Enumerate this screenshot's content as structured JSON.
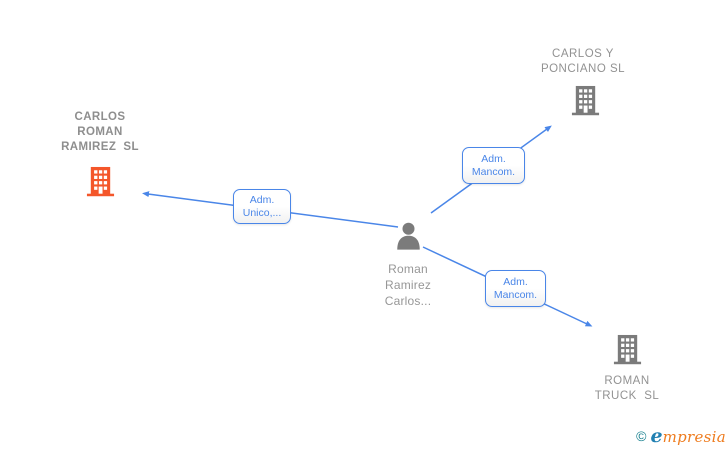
{
  "diagram": {
    "background": "#ffffff",
    "colors": {
      "edge_blue": "#4a86e8",
      "label_text_blue": "#4a86e8",
      "company_text_gray": "#8e8e8e",
      "icon_gray": "#7b7b7b",
      "highlight_orange": "#f4562a"
    },
    "nodes": {
      "main_company": {
        "name": "CARLOS ROMAN RAMIREZ SL",
        "lines": [
          "CARLOS",
          "ROMAN",
          "RAMIREZ  SL"
        ],
        "icon": "building-icon",
        "highlighted": true
      },
      "company_top": {
        "name": "CARLOS Y PONCIANO SL",
        "lines": [
          "CARLOS Y",
          "PONCIANO SL"
        ],
        "icon": "building-icon",
        "highlighted": false
      },
      "company_bottom": {
        "name": "ROMAN TRUCK SL",
        "lines": [
          "ROMAN",
          "TRUCK  SL"
        ],
        "icon": "building-icon",
        "highlighted": false
      },
      "person": {
        "name": "Roman Ramirez Carlos...",
        "lines": [
          "Roman",
          "Ramirez",
          "Carlos..."
        ],
        "icon": "person-icon",
        "highlighted": false
      }
    },
    "edges": [
      {
        "from": "person",
        "to": "main_company",
        "label_lines": [
          "Adm.",
          "Unico,..."
        ]
      },
      {
        "from": "person",
        "to": "company_top",
        "label_lines": [
          "Adm.",
          "Mancom."
        ]
      },
      {
        "from": "person",
        "to": "company_bottom",
        "label_lines": [
          "Adm.",
          "Mancom."
        ]
      }
    ]
  },
  "watermark": {
    "copyright_symbol": "©",
    "brand_first_letter": "e",
    "brand_rest": "mpresia"
  }
}
